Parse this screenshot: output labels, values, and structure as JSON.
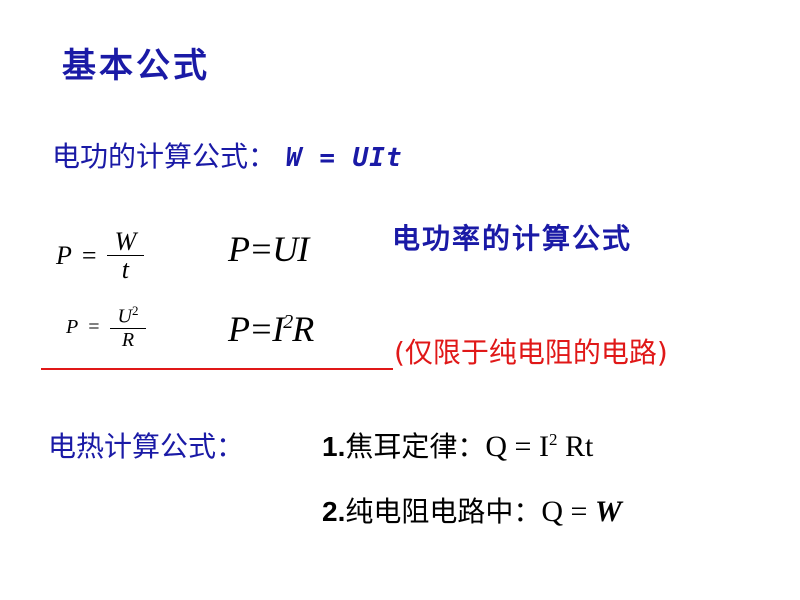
{
  "title": "基本公式",
  "work": {
    "label": "电功的计算公式：",
    "formula": "W = UIt"
  },
  "power": {
    "heading": "电功率的计算公式",
    "f1": {
      "lhs": "P",
      "eq": "=",
      "num": "W",
      "den": "t"
    },
    "f2": {
      "lhs": "P",
      "eq": "=",
      "num": "U",
      "sup": "2",
      "den": "R"
    },
    "pui": "P=UI",
    "pi2r": {
      "pre": "P=I",
      "sup": "2",
      "post": "R"
    },
    "note": "(仅限于纯电阻的电路)"
  },
  "heat": {
    "label": "电热计算公式：",
    "law1": {
      "num": "1.",
      "text": "焦耳定律：",
      "formula_pre": "Q = I",
      "sup": "2",
      "formula_post": " Rt"
    },
    "law2": {
      "num": "2.",
      "text": "纯电阻电路中：",
      "formula_pre": "Q = ",
      "formula_var": "W"
    }
  }
}
